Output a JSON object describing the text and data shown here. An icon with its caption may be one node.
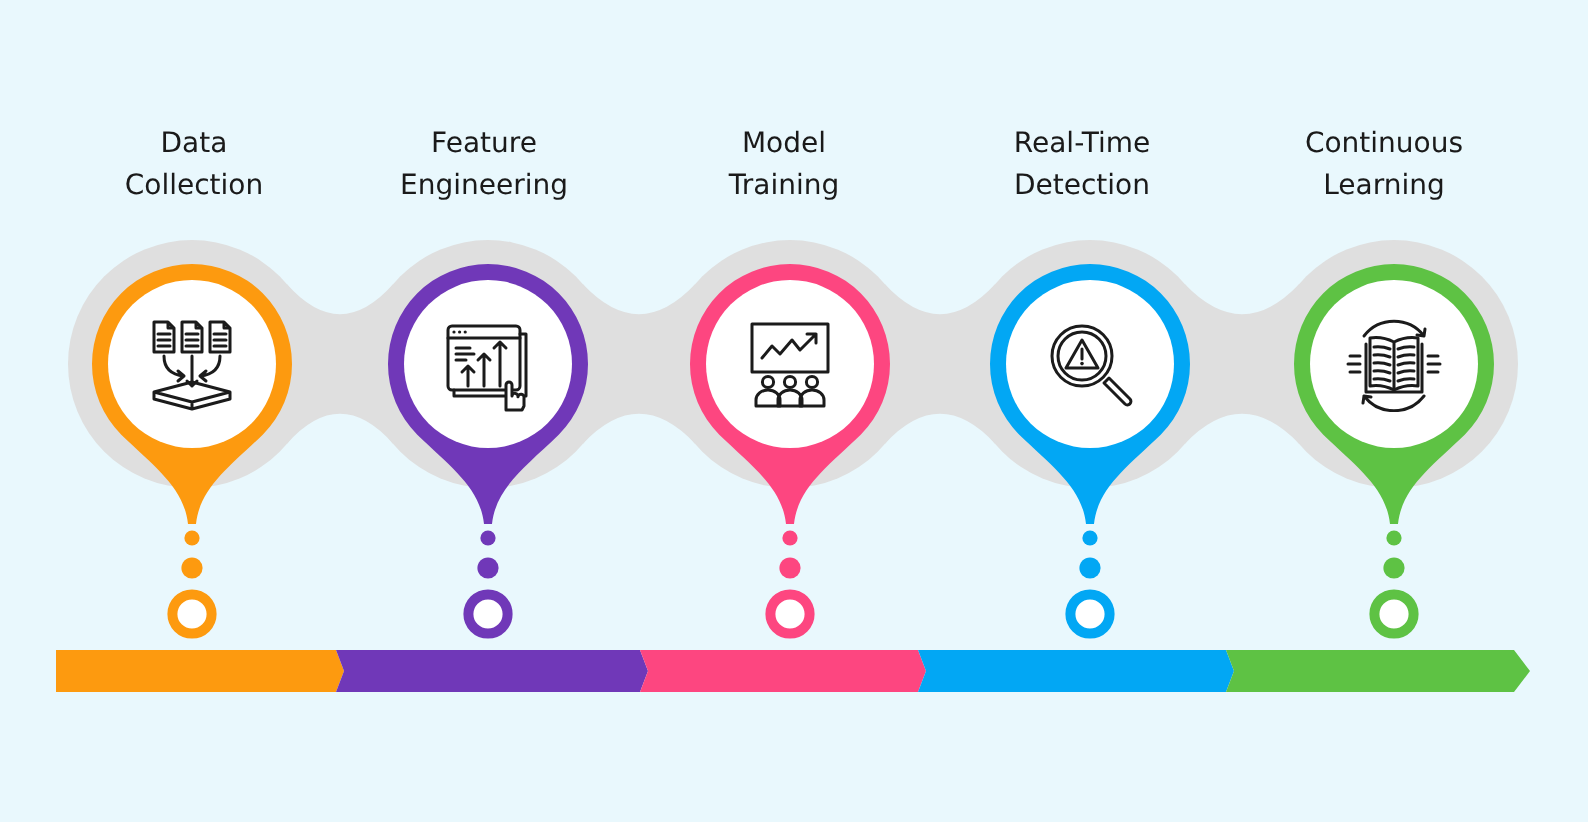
{
  "diagram": {
    "nodes": [
      {
        "text": [
          "Data Collection"
        ]
      },
      {
        "text": [
          "Feature Engineering"
        ]
      },
      {
        "text": [
          "Model Training"
        ]
      },
      {
        "text": [
          "Real-Time Detection"
        ]
      },
      {
        "text": [
          "Continuous Learning"
        ]
      }
    ]
  }
}
